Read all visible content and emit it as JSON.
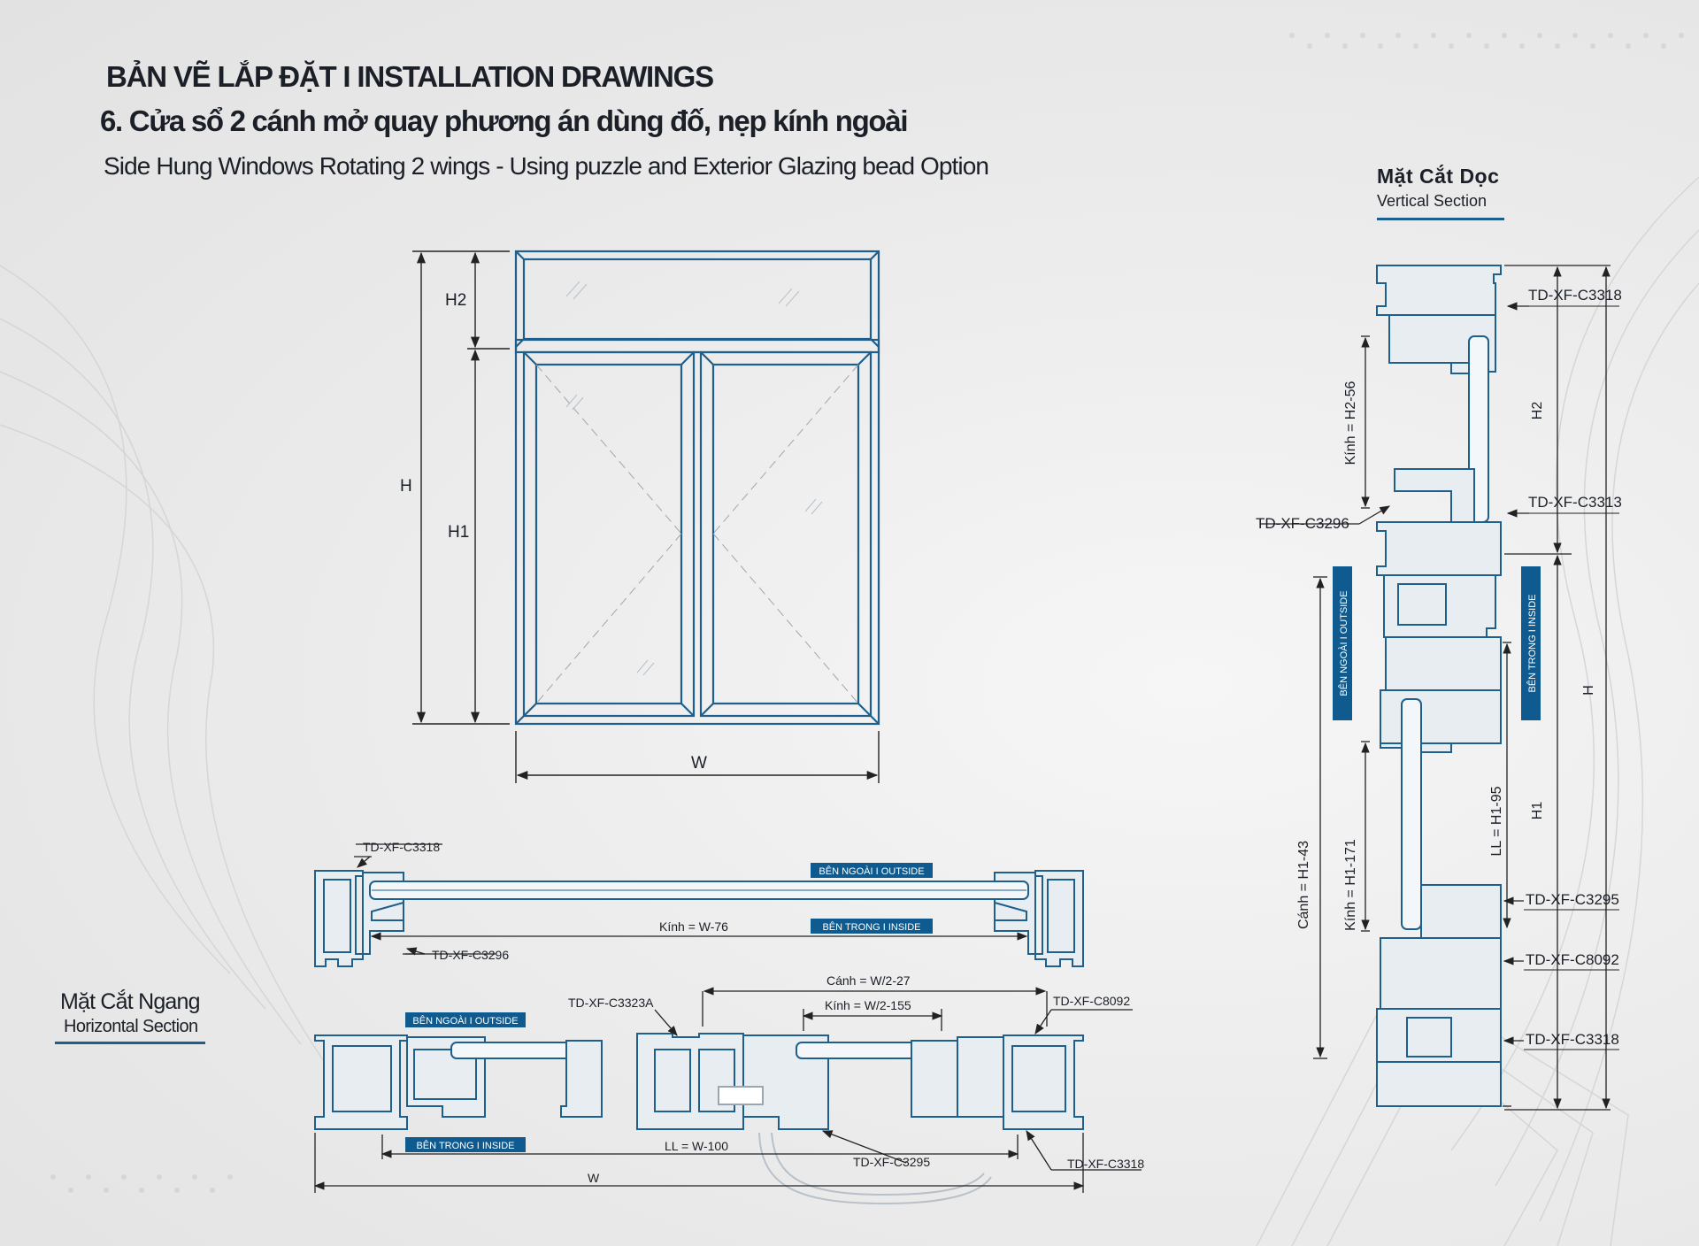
{
  "header": {
    "title": "BẢN VẼ LẮP ĐẶT  I  INSTALLATION DRAWINGS",
    "subtitle_vn": "6. Cửa sổ 2 cánh mở  quay phương án dùng đố, nẹp kính ngoài",
    "subtitle_en": "Side Hung Windows Rotating 2 wings - Using puzzle and Exterior Glazing bead Option"
  },
  "elevation": {
    "dims": {
      "h": "H",
      "h1": "H1",
      "h2": "H2",
      "w": "W"
    }
  },
  "vertical_section": {
    "title_vn": "Mặt Cắt Dọc",
    "title_en": "Vertical Section",
    "labels": [
      "TD-XF-C3318",
      "TD-XF-C3313",
      "TD-XF-C3296",
      "TD-XF-C3295",
      "TD-XF-C8092",
      "TD-XF-C3318"
    ],
    "badge_outside": "BÊN NGOÀI  I  OUTSIDE",
    "badge_inside": "BÊN TRONG  I  INSIDE",
    "dims": {
      "glass_top": "Kính = H2-56",
      "h2": "H2",
      "h": "H",
      "h1": "H1",
      "ll": "LL = H1-95",
      "sash": "Cánh = H1-43",
      "glass_bottom": "Kính = H1-171"
    }
  },
  "horizontal_section": {
    "title_vn": "Mặt Cắt Ngang",
    "title_en": "Horizontal Section",
    "fixed": {
      "label_top": "TD-XF-C3318",
      "label_bottom": "TD-XF-C3296",
      "badge_outside": "BÊN NGOÀI  I  OUTSIDE",
      "badge_inside": "BÊN TRONG  I  INSIDE",
      "glass_dim": "Kính = W-76"
    },
    "casement": {
      "badge_outside": "BÊN NGOÀI  I  OUTSIDE",
      "badge_inside": "BÊN TRONG  I  INSIDE",
      "label_mullion": "TD-XF-C3323A",
      "label_c8092": "TD-XF-C8092",
      "label_c3295": "TD-XF-C3295",
      "label_c3318": "TD-XF-C3318",
      "sash_dim": "Cánh = W/2-27",
      "glass_dim": "Kính = W/2-155",
      "ll_dim": "LL = W-100",
      "w_dim": "W"
    }
  },
  "colors": {
    "profile_stroke": "#1f5f8c",
    "profile_fill": "#e8edf2",
    "badge_bg": "#0f5a8f",
    "dimension_line": "#2a2a2a",
    "text": "#1b1f27"
  }
}
